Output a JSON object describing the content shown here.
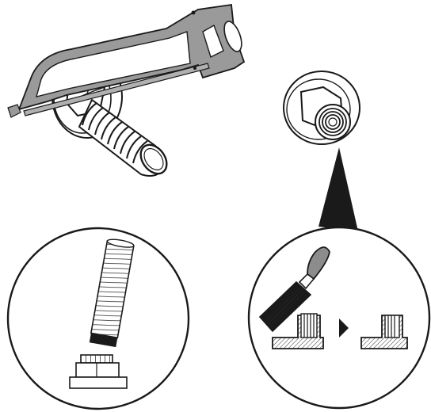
{
  "illustration": {
    "steps": [
      "cut-bolt-with-hacksaw",
      "bolt-stub-in-flange",
      "cut-bolt-and-remaining-stub",
      "file-burr-from-flange"
    ],
    "colors": {
      "stroke": "#1a1a1a",
      "body_fill": "#ffffff",
      "saw_frame": "#9a9a9a",
      "file_handle": "#8c8c8c",
      "dark": "#1a1a1a",
      "hatch": "#333333"
    },
    "icons": {
      "arrow": "triangle-right-icon",
      "callout": "zoom-callout-wedge"
    }
  }
}
